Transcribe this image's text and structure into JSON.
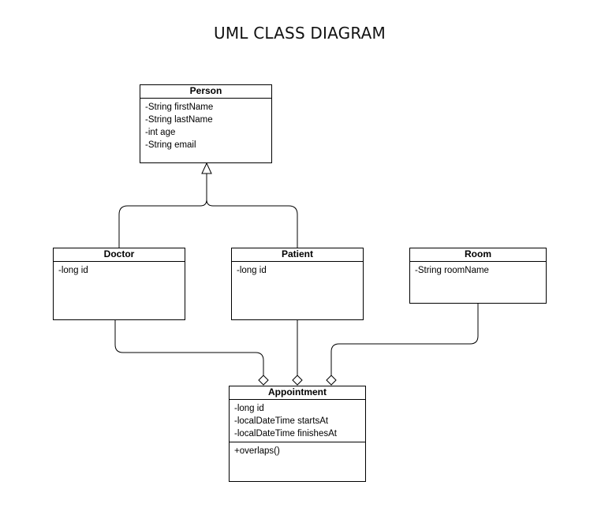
{
  "title": "UML CLASS DIAGRAM",
  "classes": {
    "person": {
      "name": "Person",
      "attributes": [
        "-String firstName",
        "-String lastName",
        "-int age",
        "-String email"
      ]
    },
    "doctor": {
      "name": "Doctor",
      "attributes": [
        "-long id"
      ]
    },
    "patient": {
      "name": "Patient",
      "attributes": [
        "-long id"
      ]
    },
    "room": {
      "name": "Room",
      "attributes": [
        "-String roomName"
      ]
    },
    "appointment": {
      "name": "Appointment",
      "attributes": [
        "-long id",
        "-localDateTime startsAt",
        "-localDateTime finishesAt"
      ],
      "operations": [
        "+overlaps()"
      ]
    }
  },
  "relationships": [
    {
      "type": "generalization",
      "from": "Doctor",
      "to": "Person"
    },
    {
      "type": "generalization",
      "from": "Patient",
      "to": "Person"
    },
    {
      "type": "aggregation",
      "from": "Doctor",
      "to": "Appointment"
    },
    {
      "type": "aggregation",
      "from": "Patient",
      "to": "Appointment"
    },
    {
      "type": "aggregation",
      "from": "Room",
      "to": "Appointment"
    }
  ]
}
